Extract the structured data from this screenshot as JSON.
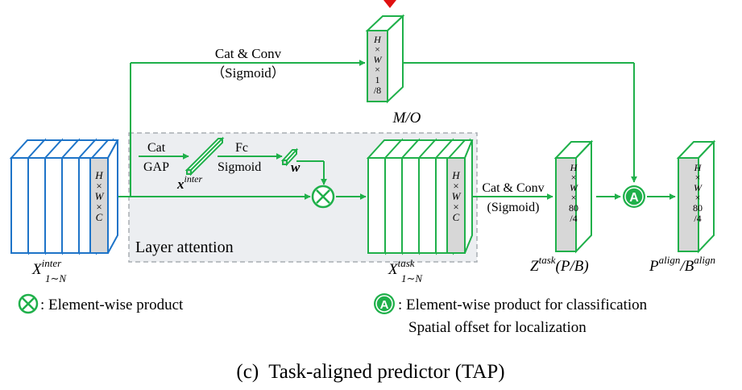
{
  "colors": {
    "green": "#1fb04a",
    "blue": "#1e74c8",
    "red": "#e01010",
    "panel_fill": "#e9ecef",
    "panel_stroke": "#9aa0a6",
    "face": "#d7d7d7"
  },
  "top_branch": {
    "label_line1": "Cat & Conv",
    "label_line2": "（Sigmoid）"
  },
  "mo_block": {
    "dims": [
      "H",
      "×",
      "W",
      "×",
      "1",
      "/8"
    ],
    "caption": "M/O"
  },
  "x_inter_stack": {
    "dims": [
      "H",
      "×",
      "W",
      "×",
      "C"
    ],
    "caption_base": "X",
    "caption_sup": "inter",
    "caption_sub": "1∼N"
  },
  "layer_attention": {
    "title": "Layer attention",
    "cat_label": "Cat",
    "gap_label": "GAP",
    "xinter_base": "x",
    "xinter_sup": "inter",
    "fc_label": "Fc",
    "sigmoid_label": "Sigmoid",
    "w_label": "w"
  },
  "x_task_stack": {
    "dims": [
      "H",
      "×",
      "W",
      "×",
      "C"
    ],
    "caption_base": "X",
    "caption_sup": "task",
    "caption_sub": "1∼N"
  },
  "mid_branch": {
    "label_line1": "Cat & Conv",
    "label_line2": "(Sigmoid)"
  },
  "z_task_block": {
    "dims": [
      "H",
      "×",
      "W",
      "×",
      "80",
      "/4"
    ],
    "caption_base": "Z",
    "caption_sup": "task",
    "caption_rest": "(P/B)"
  },
  "align_op": {
    "symbol": "A"
  },
  "p_align_block": {
    "dims": [
      "H",
      "×",
      "W",
      "×",
      "80",
      "/4"
    ],
    "caption_base1": "P",
    "caption_sup1": "align",
    "caption_slash": "/",
    "caption_base2": "B",
    "caption_sup2": "align"
  },
  "legend": {
    "product_text": ": Element-wise product",
    "align_text_line1": ": Element-wise product for classification",
    "align_text_line2": "Spatial offset for localization"
  },
  "figure_caption": "(c)  Task-aligned predictor (TAP)"
}
